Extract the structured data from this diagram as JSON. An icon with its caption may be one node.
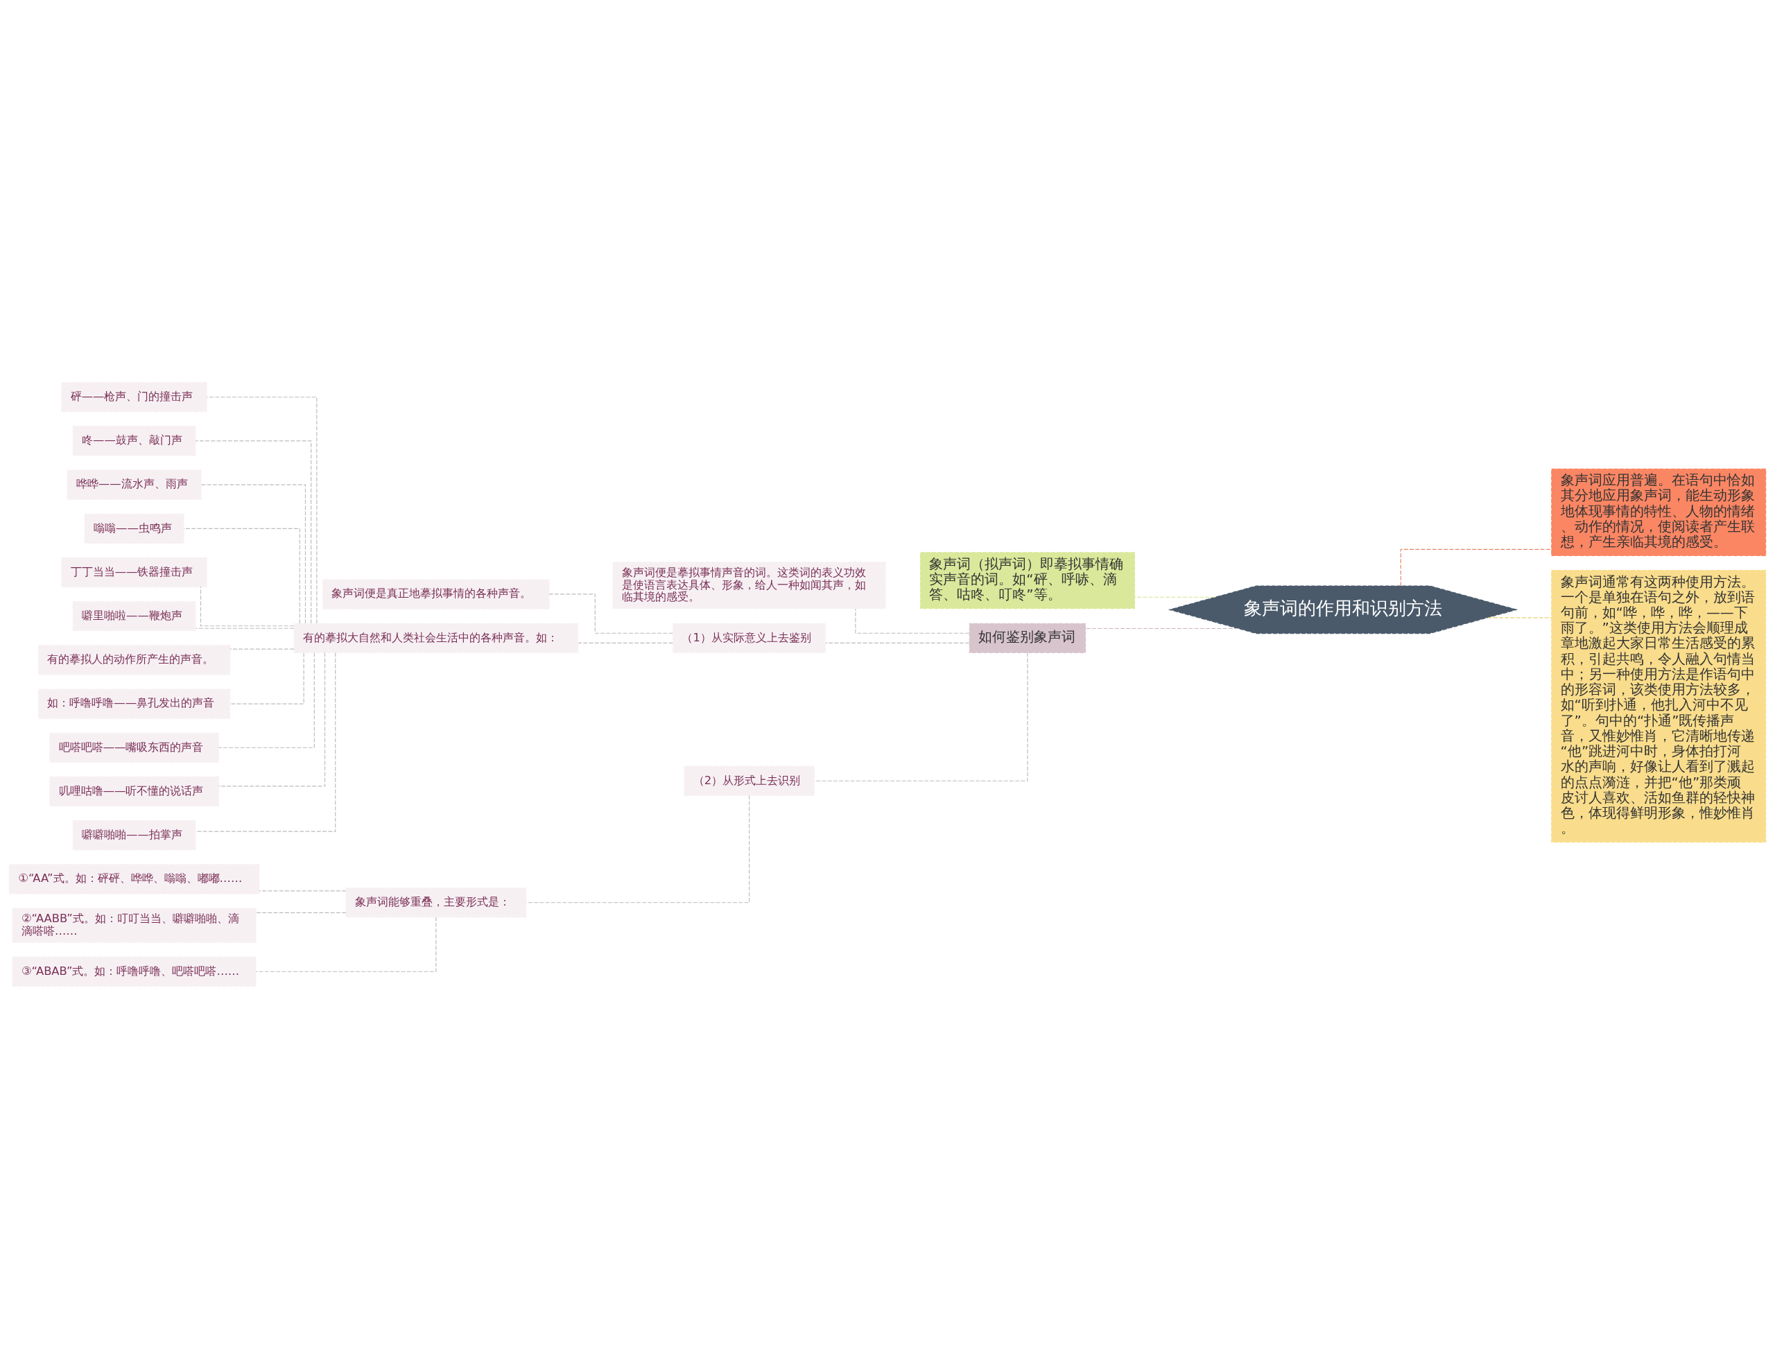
{
  "diagram": {
    "nodes": [
      {
        "text": [
          "象声词的作用和识别方法"
        ]
      },
      {
        "text": [
          "象声词（拟声词）即摹拟事情确实声音的词。如“砰、呼哧、滴答、咕咚、叮咚”等。"
        ]
      },
      {
        "text": [
          "如何鉴别象声词"
        ]
      },
      {
        "text": [
          "象声词应用普遍。在语句中恰如其分地应用象声词，能生动形象地体现事情的特性、人物的情绪、动作的情况，使阅读者产生联想，产生亲临其境的感受。"
        ]
      },
      {
        "text": [
          "象声词通常有这两种使用方法。一个是单独在语句之外，放到语句前，如“哗，哗，哗，——下雨了。”这类使用方法会顺理成章地激起大家日常生活感受的累积，引起共鸣，令人融入句情当中；另一种使用方法是作语句中的形容词，该类使用方法较多，如“听到扑通，他扎入河中不见了”。句中的“扑通”既传播声音，又惟妙惟肖，它清晰地传递“他”跳进河中时，身体拍打河水的声响，好像让人看到了溅起的点点漪涟，并把“他”那类顽皮讨人喜欢、活如鱼群的轻快神色，体现得鲜明形象，惟妙惟肖。"
        ]
      },
      {
        "text": [
          "象声词便是摹拟事情声音的词。这类词的表义功效是使语言表达具体、形象，给人一种如闻其声，如临其境的感受。"
        ]
      },
      {
        "text": [
          "（1）从实际意义上去鉴别"
        ]
      },
      {
        "text": [
          "（2）从形式上去识别"
        ]
      },
      {
        "text": [
          "象声词便是真正地摹拟事情的各种声音。"
        ]
      },
      {
        "text": [
          "有的摹拟大自然和人类社会生活中的各种声音。如："
        ]
      },
      {
        "text": [
          "砰——枪声、门的撞击声"
        ]
      },
      {
        "text": [
          "咚——鼓声、敲门声"
        ]
      },
      {
        "text": [
          "哗哗——流水声、雨声"
        ]
      },
      {
        "text": [
          "嗡嗡——虫鸣声"
        ]
      },
      {
        "text": [
          "丁丁当当——铁器撞击声"
        ]
      },
      {
        "text": [
          "噼里啪啦——鞭炮声"
        ]
      },
      {
        "text": [
          "有的摹拟人的动作所产生的声音。"
        ]
      },
      {
        "text": [
          "如：呼噜呼噜——鼻孔发出的声音"
        ]
      },
      {
        "text": [
          "吧嗒吧嗒——嘴吸东西的声音"
        ]
      },
      {
        "text": [
          "叽哩咕噜——听不懂的说话声"
        ]
      },
      {
        "text": [
          "噼噼啪啪——拍掌声"
        ]
      },
      {
        "text": [
          "象声词能够重叠，主要形式是："
        ]
      },
      {
        "text": [
          "①“AA”式。如：砰砰、哗哗、嗡嗡、嘟嘟……"
        ]
      },
      {
        "text": [
          "②“AABB”式。如：叮叮当当、噼噼啪啪、滴滴嗒嗒……"
        ]
      },
      {
        "text": [
          "③“ABAB”式。如：呼噜呼噜、吧嗒吧嗒……"
        ]
      }
    ],
    "edges": [
      {
        "from": 0,
        "to": 1,
        "arrow": "none",
        "style": "dashed",
        "color": "#d4e38a"
      },
      {
        "from": 0,
        "to": 2,
        "arrow": "none",
        "style": "dashed",
        "color": "#c9b3bc"
      },
      {
        "from": 0,
        "to": 3,
        "arrow": "none",
        "style": "dashed",
        "color": "#e8825f"
      },
      {
        "from": 0,
        "to": 4,
        "arrow": "none",
        "style": "dashed",
        "color": "#e8cf70"
      },
      {
        "from": 2,
        "to": 5,
        "arrow": "none",
        "style": "dashed"
      },
      {
        "from": 2,
        "to": 6,
        "arrow": "none",
        "style": "dashed"
      },
      {
        "from": 2,
        "to": 7,
        "arrow": "none",
        "style": "dashed"
      },
      {
        "from": 6,
        "to": 8,
        "arrow": "none",
        "style": "dashed"
      },
      {
        "from": 6,
        "to": 9,
        "arrow": "none",
        "style": "dashed"
      },
      {
        "from": 9,
        "to": 10,
        "arrow": "none",
        "style": "dashed"
      },
      {
        "from": 9,
        "to": 11,
        "arrow": "none",
        "style": "dashed"
      },
      {
        "from": 9,
        "to": 12,
        "arrow": "none",
        "style": "dashed"
      },
      {
        "from": 9,
        "to": 13,
        "arrow": "none",
        "style": "dashed"
      },
      {
        "from": 9,
        "to": 14,
        "arrow": "none",
        "style": "dashed"
      },
      {
        "from": 9,
        "to": 15,
        "arrow": "none",
        "style": "dashed"
      },
      {
        "from": 9,
        "to": 16,
        "arrow": "none",
        "style": "dashed"
      },
      {
        "from": 9,
        "to": 17,
        "arrow": "none",
        "style": "dashed"
      },
      {
        "from": 9,
        "to": 18,
        "arrow": "none",
        "style": "dashed"
      },
      {
        "from": 9,
        "to": 19,
        "arrow": "none",
        "style": "dashed"
      },
      {
        "from": 9,
        "to": 20,
        "arrow": "none",
        "style": "dashed"
      },
      {
        "from": 7,
        "to": 21,
        "arrow": "none",
        "style": "dashed"
      },
      {
        "from": 21,
        "to": 22,
        "arrow": "none",
        "style": "dashed"
      },
      {
        "from": 21,
        "to": 23,
        "arrow": "none",
        "style": "dashed"
      },
      {
        "from": 21,
        "to": 24,
        "arrow": "none",
        "style": "dashed"
      }
    ]
  }
}
